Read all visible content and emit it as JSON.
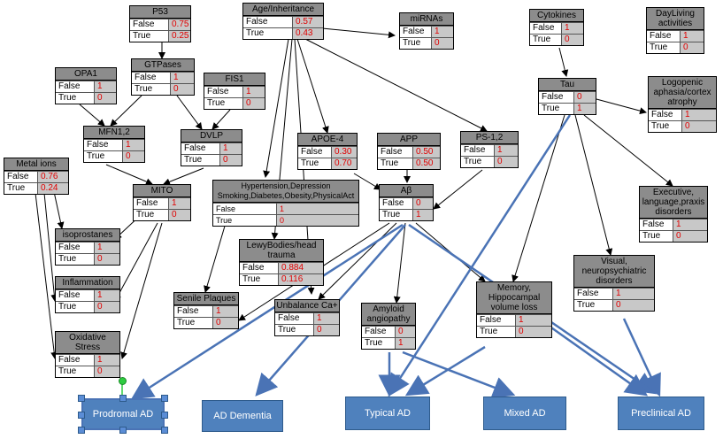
{
  "nodes": {
    "p53": {
      "title": "P53",
      "rows": [
        {
          "label": "False",
          "value": "0.75"
        },
        {
          "label": "True",
          "value": "0.25"
        }
      ]
    },
    "age": {
      "title": "Age/Inheritance",
      "rows": [
        {
          "label": "False",
          "value": "0.57"
        },
        {
          "label": "True",
          "value": "0.43"
        }
      ]
    },
    "mirnas": {
      "title": "miRNAs",
      "rows": [
        {
          "label": "False",
          "value": "1"
        },
        {
          "label": "True",
          "value": "0"
        }
      ]
    },
    "cytokines": {
      "title": "Cytokines",
      "rows": [
        {
          "label": "False",
          "value": "1"
        },
        {
          "label": "True",
          "value": "0"
        }
      ]
    },
    "dayliving": {
      "title": "DayLiving activities",
      "rows": [
        {
          "label": "False",
          "value": "1"
        },
        {
          "label": "True",
          "value": "0"
        }
      ]
    },
    "opa1": {
      "title": "OPA1",
      "rows": [
        {
          "label": "False",
          "value": "1"
        },
        {
          "label": "True",
          "value": "0"
        }
      ]
    },
    "gtpases": {
      "title": "GTPases",
      "rows": [
        {
          "label": "False",
          "value": "1"
        },
        {
          "label": "True",
          "value": "0"
        }
      ]
    },
    "fis1": {
      "title": "FIS1",
      "rows": [
        {
          "label": "False",
          "value": "1"
        },
        {
          "label": "True",
          "value": "0"
        }
      ]
    },
    "tau": {
      "title": "Tau",
      "rows": [
        {
          "label": "False",
          "value": "0"
        },
        {
          "label": "True",
          "value": "1"
        }
      ]
    },
    "logopenic": {
      "title": "Logopenic aphasia/cortex atrophy",
      "rows": [
        {
          "label": "False",
          "value": "1"
        },
        {
          "label": "True",
          "value": "0"
        }
      ]
    },
    "mfn": {
      "title": "MFN1,2",
      "rows": [
        {
          "label": "False",
          "value": "1"
        },
        {
          "label": "True",
          "value": "0"
        }
      ]
    },
    "dvlp": {
      "title": "DVLP",
      "rows": [
        {
          "label": "False",
          "value": "1"
        },
        {
          "label": "True",
          "value": "0"
        }
      ]
    },
    "apoe4": {
      "title": "APOE-4",
      "rows": [
        {
          "label": "False",
          "value": "0.30"
        },
        {
          "label": "True",
          "value": "0.70"
        }
      ]
    },
    "app": {
      "title": "APP",
      "rows": [
        {
          "label": "False",
          "value": "0.50"
        },
        {
          "label": "True",
          "value": "0.50"
        }
      ]
    },
    "ps12": {
      "title": "PS-1,2",
      "rows": [
        {
          "label": "False",
          "value": "1"
        },
        {
          "label": "True",
          "value": "0"
        }
      ]
    },
    "metal": {
      "title": "Metal ions",
      "rows": [
        {
          "label": "False",
          "value": "0.76"
        },
        {
          "label": "True",
          "value": "0.24"
        }
      ]
    },
    "mito": {
      "title": "MITO",
      "rows": [
        {
          "label": "False",
          "value": "1"
        },
        {
          "label": "True",
          "value": "0"
        }
      ]
    },
    "hyper": {
      "title": "Hypertension,Depression Smoking,Diabetes,Obesity,PhysicalAct",
      "rows": [
        {
          "label": "False",
          "value": "1"
        },
        {
          "label": "True",
          "value": "0"
        }
      ]
    },
    "abeta": {
      "title": "Aβ",
      "rows": [
        {
          "label": "False",
          "value": "0"
        },
        {
          "label": "True",
          "value": "1"
        }
      ]
    },
    "executive": {
      "title": "Executive, language,praxis disorders",
      "rows": [
        {
          "label": "False",
          "value": "1"
        },
        {
          "label": "True",
          "value": "0"
        }
      ]
    },
    "isoprostanes": {
      "title": "isoprostanes",
      "rows": [
        {
          "label": "False",
          "value": "1"
        },
        {
          "label": "True",
          "value": "0"
        }
      ]
    },
    "lewy": {
      "title": "LewyBodies/head trauma",
      "rows": [
        {
          "label": "False",
          "value": "0.884"
        },
        {
          "label": "True",
          "value": "0.116"
        }
      ]
    },
    "inflammation": {
      "title": "Inflammation",
      "rows": [
        {
          "label": "False",
          "value": "1"
        },
        {
          "label": "True",
          "value": "0"
        }
      ]
    },
    "visual": {
      "title": "Visual, neuropsychiatric disorders",
      "rows": [
        {
          "label": "False",
          "value": "1"
        },
        {
          "label": "True",
          "value": "0"
        }
      ]
    },
    "memory": {
      "title": "Memory, Hippocampal volume loss",
      "rows": [
        {
          "label": "False",
          "value": "1"
        },
        {
          "label": "True",
          "value": "0"
        }
      ]
    },
    "senile": {
      "title": "Senile Plaques",
      "rows": [
        {
          "label": "False",
          "value": "1"
        },
        {
          "label": "True",
          "value": "0"
        }
      ]
    },
    "unbalance": {
      "title": "Unbalance Ca+",
      "rows": [
        {
          "label": "False",
          "value": "1"
        },
        {
          "label": "True",
          "value": "0"
        }
      ]
    },
    "amyloid": {
      "title": "Amyloid angiopathy",
      "rows": [
        {
          "label": "False",
          "value": "0"
        },
        {
          "label": "True",
          "value": "1"
        }
      ]
    },
    "oxidative": {
      "title": "Oxidative Stress",
      "rows": [
        {
          "label": "False",
          "value": "1"
        },
        {
          "label": "True",
          "value": "0"
        }
      ]
    }
  },
  "outcomes": {
    "prodromal": "Prodromal AD",
    "dementia": "AD Dementia",
    "typical": "Typical AD",
    "mixed": "Mixed AD",
    "preclinical": "Preclinical AD"
  },
  "colors": {
    "header": "#8c8c8c",
    "value_bg": "#c8c8c8",
    "value_text": "#e00000",
    "outcome_fill": "#4f81bd",
    "blue_edge": "#4a73b5"
  }
}
